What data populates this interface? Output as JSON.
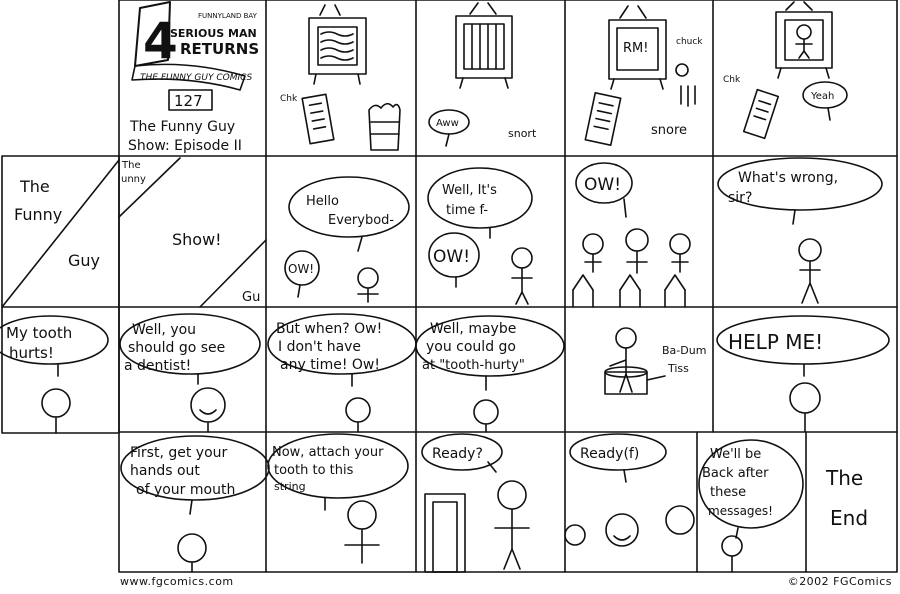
{
  "logo": {
    "number": "4",
    "subtitle_1": "SERIOUS MAN",
    "subtitle_2": "RETURNS",
    "series": "THE FUNNY GUY COMICS",
    "tiny": "FUNNYLAND BAY"
  },
  "issue_number": "127",
  "episode_title": [
    "The Funny Guy",
    "Show: Episode II"
  ],
  "row1": {
    "tv4_screen": "RM!",
    "chk_1": "Chk",
    "aww": "Aww",
    "snort": "snort",
    "chuck": "chuck",
    "snore": "snore",
    "chk_2": "Chk",
    "yeah": "Yeah"
  },
  "row2": {
    "title_words": [
      "The",
      "Funny",
      "Guy"
    ],
    "title_partial_1": "The",
    "title_partial_2": "unny",
    "show": "Show!",
    "gu": "Gu",
    "hello": [
      "Hello",
      "Everybod-"
    ],
    "ow_small": "OW!",
    "well_time": [
      "Well, It's",
      "time f-"
    ],
    "ow_big": "OW!",
    "ow_3": "OW!",
    "whats_wrong": [
      "What's wrong,",
      "sir?"
    ]
  },
  "row3": {
    "tooth_hurts": [
      "My tooth",
      "hurts!"
    ],
    "dentist": [
      "Well, you",
      "should go see",
      "a dentist!"
    ],
    "no_time": [
      "But when? Ow!",
      "I don't have",
      "any time! Ow!"
    ],
    "tooth_hurty": [
      "Well, maybe",
      "you could go",
      "at \"tooth-hurty\""
    ],
    "ba_dum": "Ba-Dum",
    "tiss": "Tiss",
    "help": "HELP ME!"
  },
  "row4": {
    "hands_out": [
      "First, get your",
      "hands out",
      "of your mouth"
    ],
    "attach": [
      "Now, attach your",
      "tooth to this",
      "string"
    ],
    "ready_q": "Ready?",
    "ready_f": "Ready(f)",
    "be_back": [
      "We'll be",
      "Back after",
      "these",
      "messages!"
    ],
    "the_end": [
      "The",
      "End"
    ]
  },
  "footer": {
    "url": "www.fgcomics.com",
    "copyright": "©2002 FGComics"
  }
}
